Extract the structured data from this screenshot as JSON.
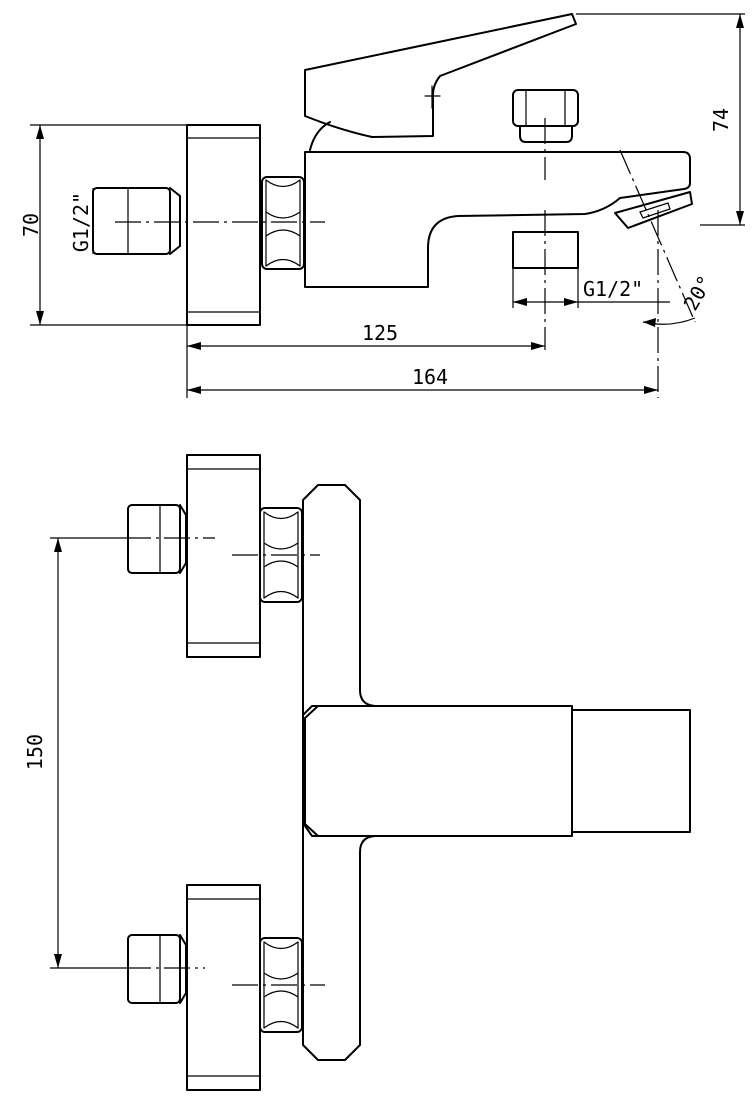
{
  "dimensions": {
    "height_body": "70",
    "height_total": "74",
    "inlet_to_outlet": "125",
    "overall_length": "164",
    "inlet_spacing": "150",
    "angle": "20°"
  },
  "threads": {
    "inlet": "G1/2\"",
    "outlet": "G1/2\""
  }
}
